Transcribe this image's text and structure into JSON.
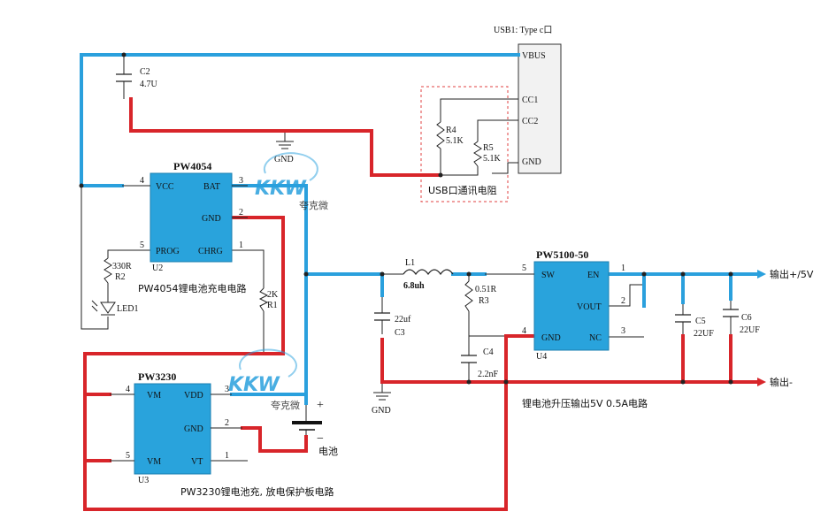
{
  "usb": {
    "title": "USB1: Type c口",
    "pins": {
      "vbus": "VBUS",
      "cc1": "CC1",
      "cc2": "CC2",
      "gnd": "GND"
    },
    "resistor_block_label": "USB口通讯电阻"
  },
  "u2": {
    "name": "PW4054",
    "ref": "U2",
    "pins": {
      "vcc": "VCC",
      "bat": "BAT",
      "gnd": "GND",
      "prog": "PROG",
      "chrg": "CHRG"
    },
    "pin_numbers": {
      "vcc": "4",
      "bat": "3",
      "gnd": "2",
      "prog": "5",
      "chrg": "1"
    },
    "caption": "PW4054锂电池充电电路"
  },
  "u3": {
    "name": "PW3230",
    "ref": "U3",
    "pins": {
      "vm_top": "VM",
      "vdd": "VDD",
      "gnd": "GND",
      "vm_bottom": "VM",
      "vt": "VT"
    },
    "pin_numbers": {
      "vm_top": "4",
      "vdd": "3",
      "gnd": "2",
      "vm_bottom": "5",
      "vt": "1"
    },
    "caption": "PW3230锂电池充, 放电保护板电路"
  },
  "u4": {
    "name": "PW5100-50",
    "ref": "U4",
    "pins": {
      "sw": "SW",
      "en": "EN",
      "vout": "VOUT",
      "gnd": "GND",
      "nc": "NC"
    },
    "pin_numbers": {
      "sw": "5",
      "en": "1",
      "vout": "2",
      "gnd": "4",
      "nc": "3"
    },
    "caption": "锂电池升压输出5V 0.5A电路"
  },
  "components": {
    "c2": {
      "ref": "C2",
      "value": "4.7U"
    },
    "r4": {
      "ref": "R4",
      "value": "5.1K"
    },
    "r5": {
      "ref": "R5",
      "value": "5.1K"
    },
    "r2": {
      "ref": "R2",
      "value": "330R"
    },
    "led1": {
      "ref": "LED1"
    },
    "r1": {
      "ref": "R1",
      "value": "2K"
    },
    "l1": {
      "ref": "L1",
      "value": "6.8uh"
    },
    "c3": {
      "ref": "C3",
      "value": "22uf"
    },
    "r3": {
      "ref": "R3",
      "value": "0.51R"
    },
    "c4": {
      "ref": "C4",
      "value": "2.2nF"
    },
    "c5": {
      "ref": "C5",
      "value": "22UF"
    },
    "c6": {
      "ref": "C6",
      "value": "22UF"
    }
  },
  "gnd_labels": {
    "top": "GND",
    "bottom": "GND"
  },
  "battery": {
    "label": "电池",
    "plus": "+",
    "minus": "−"
  },
  "outputs": {
    "positive": "输出+/5V",
    "negative": "输出-"
  },
  "watermarks": [
    {
      "logo": "KKW",
      "sub": "夸克微"
    },
    {
      "logo": "KKW",
      "sub": "夸克微"
    }
  ],
  "colors": {
    "positive_net": "#2aa0dd",
    "ground_net": "#d8252a",
    "ic_fill": "#29a3dc",
    "usb_fill": "#f2f2f2"
  }
}
